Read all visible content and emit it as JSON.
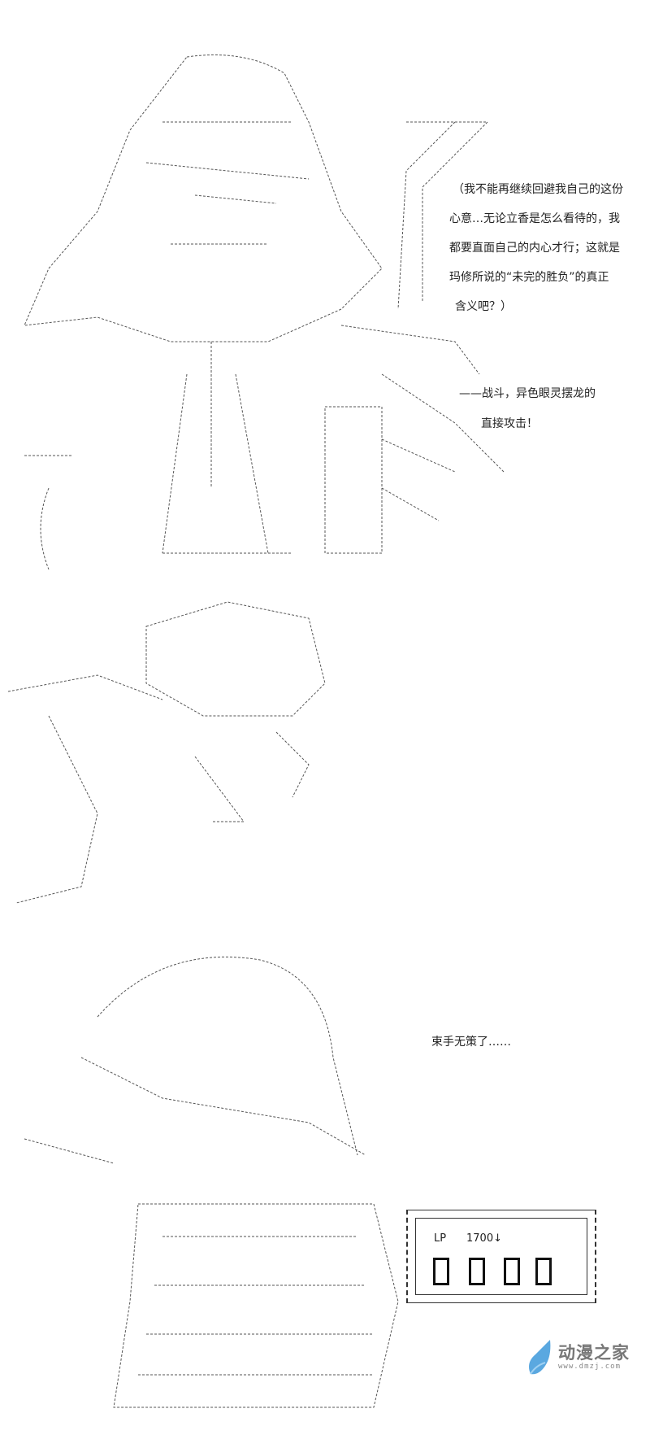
{
  "panel1": {
    "thought_lines": [
      "（我不能再继续回避我自己的这份",
      "心意…无论立香是怎么看待的，我",
      "都要直面自己的内心才行；这就是",
      "玛修所说的“未完的胜负”的真正",
      "含义吧？）"
    ],
    "narration_lines": [
      "——战斗，异色眼灵摆龙的",
      "直接攻击！"
    ]
  },
  "panel3": {
    "caption": "束手无策了……",
    "lp_display": {
      "label": "LP",
      "value": "1700↓",
      "digits": [
        "",
        "",
        "",
        ""
      ]
    }
  },
  "watermark": {
    "name": "动漫之家",
    "url": "www.dmzj.com",
    "color": "#5aa8e0"
  }
}
